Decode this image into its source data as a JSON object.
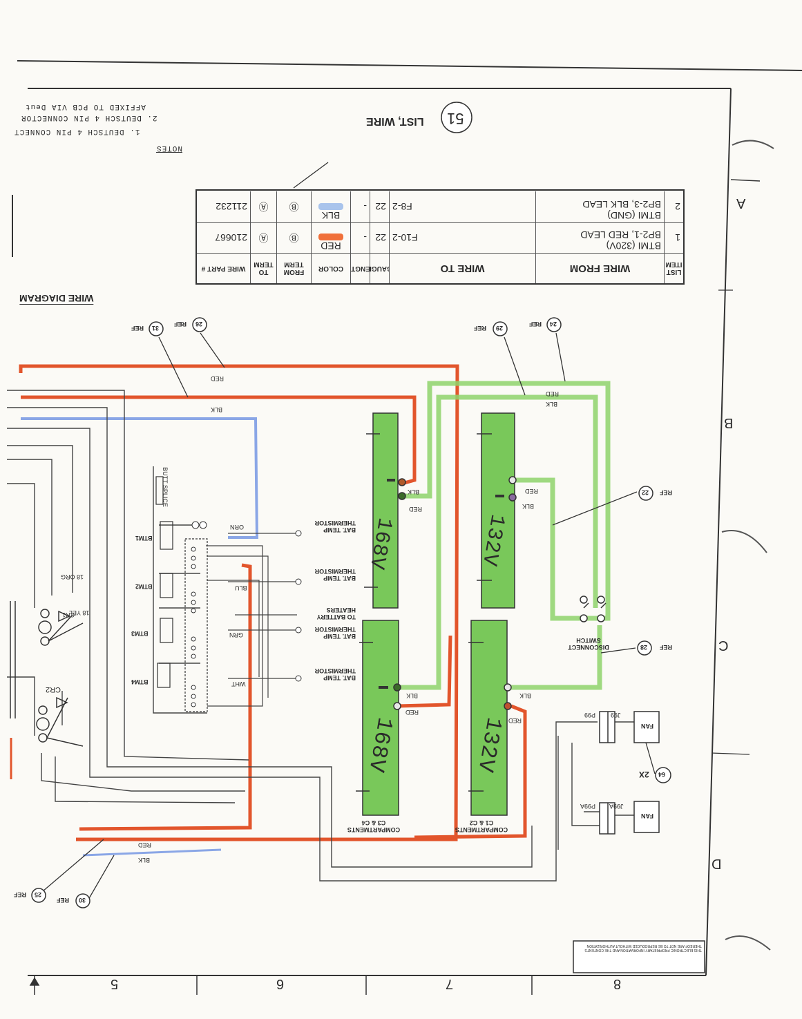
{
  "title_block": {
    "sheet_title": "LIST, WIRE",
    "sheet_number": "51",
    "diagram_label": "WIRE DIAGRAM"
  },
  "notes": {
    "heading": "NOTES",
    "items": [
      "1. DEUTSCH 4 PIN CONNECT",
      "2. DEUTSCH 4 PIN CONNECTOR",
      "AFFIXED TO PCB VIA Deut"
    ]
  },
  "wire_list": {
    "headers": [
      "LIST ITEM",
      "WIRE FROM",
      "WIRE TO",
      "GAUGE",
      "LENGTH",
      "COLOR",
      "FROM TERM",
      "TO TERM",
      "WIRE PART #"
    ],
    "rows": [
      {
        "item": "1",
        "from_line1": "BTMI (320V)",
        "from_line2": "BP2-1, RED LEAD",
        "to": "F10-2",
        "gauge": "22",
        "length": "-",
        "color": "RED",
        "from_term": "Ⓑ",
        "to_term": "Ⓐ",
        "part": "210667",
        "swatch": "#f0703a"
      },
      {
        "item": "2",
        "from_line1": "BTMI (GND)",
        "from_line2": "BP2-3, BLK LEAD",
        "to": "F8-2",
        "gauge": "22",
        "length": "-",
        "color": "BLK",
        "from_term": "Ⓑ",
        "to_term": "Ⓐ",
        "part": "211232",
        "swatch": "#a9c4ec"
      }
    ]
  },
  "zones": {
    "rows": [
      "A",
      "B",
      "C",
      "D"
    ],
    "columns": [
      "5",
      "6",
      "7",
      "8"
    ]
  },
  "battery_labels": [
    "168V",
    "132V",
    "168V",
    "132V"
  ],
  "compartment_labels": [
    "COMPARTMENTS C3 & C4",
    "COMPARTMENTS C1 & C2"
  ],
  "references": [
    {
      "num": "31",
      "tag": "REF"
    },
    {
      "num": "26",
      "tag": "REF"
    },
    {
      "num": "29",
      "tag": "REF"
    },
    {
      "num": "24",
      "tag": "REF"
    },
    {
      "num": "22",
      "tag": "REF"
    },
    {
      "num": "28",
      "tag": "REF"
    },
    {
      "num": "64",
      "tag": "2X"
    },
    {
      "num": "25",
      "tag": "REF"
    },
    {
      "num": "30",
      "tag": "REF"
    }
  ],
  "sensor_labels": [
    "BAT. TEMP THERMISTOR",
    "BAT. TEMP THERMISTOR",
    "TO BATTERY HEATERS",
    "BAT. TEMP THERMISTOR",
    "BAT. TEMP THERMISTOR"
  ],
  "btm_labels": [
    "BTM1",
    "BTM2",
    "BTM3",
    "BTM4"
  ],
  "wire_tags": [
    "RED",
    "BLK",
    "ORN",
    "BLU",
    "GRN",
    "WHT",
    "18 ORG",
    "18 YEL",
    "CR1",
    "CR2",
    "BUTT SPLICE"
  ],
  "disconnect_switch": "DISCONNECT SWITCH",
  "fan_label": "FAN",
  "connector_labels": [
    "J99",
    "P99",
    "J99A",
    "P99A"
  ],
  "copyright_notice": "THIS ELECTRONIC PROPRIETARY INFORMATION AND THE CONTENTS THEREOF ARE NOT TO BE REPRODUCED WITHOUT AUTHORIZATION",
  "colors": {
    "red_wire": "#e2552c",
    "black_wire": "#555555",
    "blue_wire": "#8aa6e6",
    "battery_green": "#79c85a",
    "highlight_green": "#8fd46c",
    "ink": "#2a2a2a"
  }
}
